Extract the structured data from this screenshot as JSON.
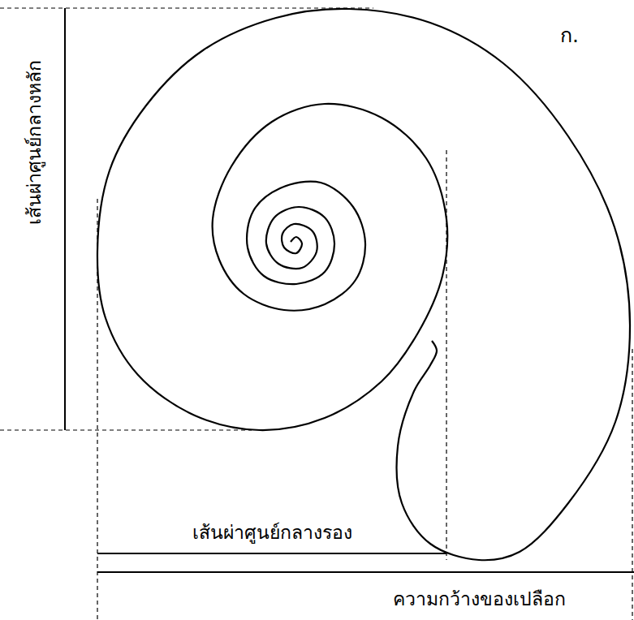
{
  "diagram": {
    "labels": [
      "ก.",
      "เส้นผ่าศูนย์กลางหลัก",
      "เส้นผ่าศูนย์กลางรอง",
      "ความกว้างของเปลือก"
    ]
  }
}
